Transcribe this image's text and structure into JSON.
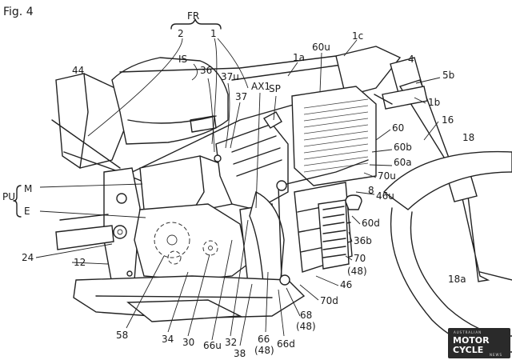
{
  "figure": {
    "title": "Fig. 4"
  },
  "labels": {
    "FR": "FR",
    "n2": "2",
    "n1": "1",
    "IS": "IS",
    "n36": "36",
    "n37u": "37u",
    "AX1": "AX1",
    "SP": "SP",
    "n1a": "1a",
    "n60u": "60u",
    "n1c": "1c",
    "n4": "4",
    "n44": "44",
    "n5b": "5b",
    "n37": "37",
    "n1b": "1b",
    "n16": "16",
    "n60": "60",
    "n18": "18",
    "n60b": "60b",
    "n60a": "60a",
    "n70u": "70u",
    "PU": "PU",
    "M": "M",
    "E": "E",
    "n8": "8",
    "n46u": "46u",
    "n60d": "60d",
    "n36b": "36b",
    "n70": "70",
    "n48a": "(48)",
    "n24": "24",
    "n12": "12",
    "n18a": "18a",
    "n46": "46",
    "n70d": "70d",
    "n68": "68",
    "n48b": "(48)",
    "n58": "58",
    "n34": "34",
    "n30": "30",
    "n66u": "66u",
    "n32": "32",
    "n66": "66",
    "n48c": "(48)",
    "n66d": "66d",
    "n38": "38"
  },
  "watermark": {
    "top": "AUSTRALIAN",
    "line1": "MOTOR",
    "line2": "CYCLE",
    "sub": "NEWS"
  }
}
